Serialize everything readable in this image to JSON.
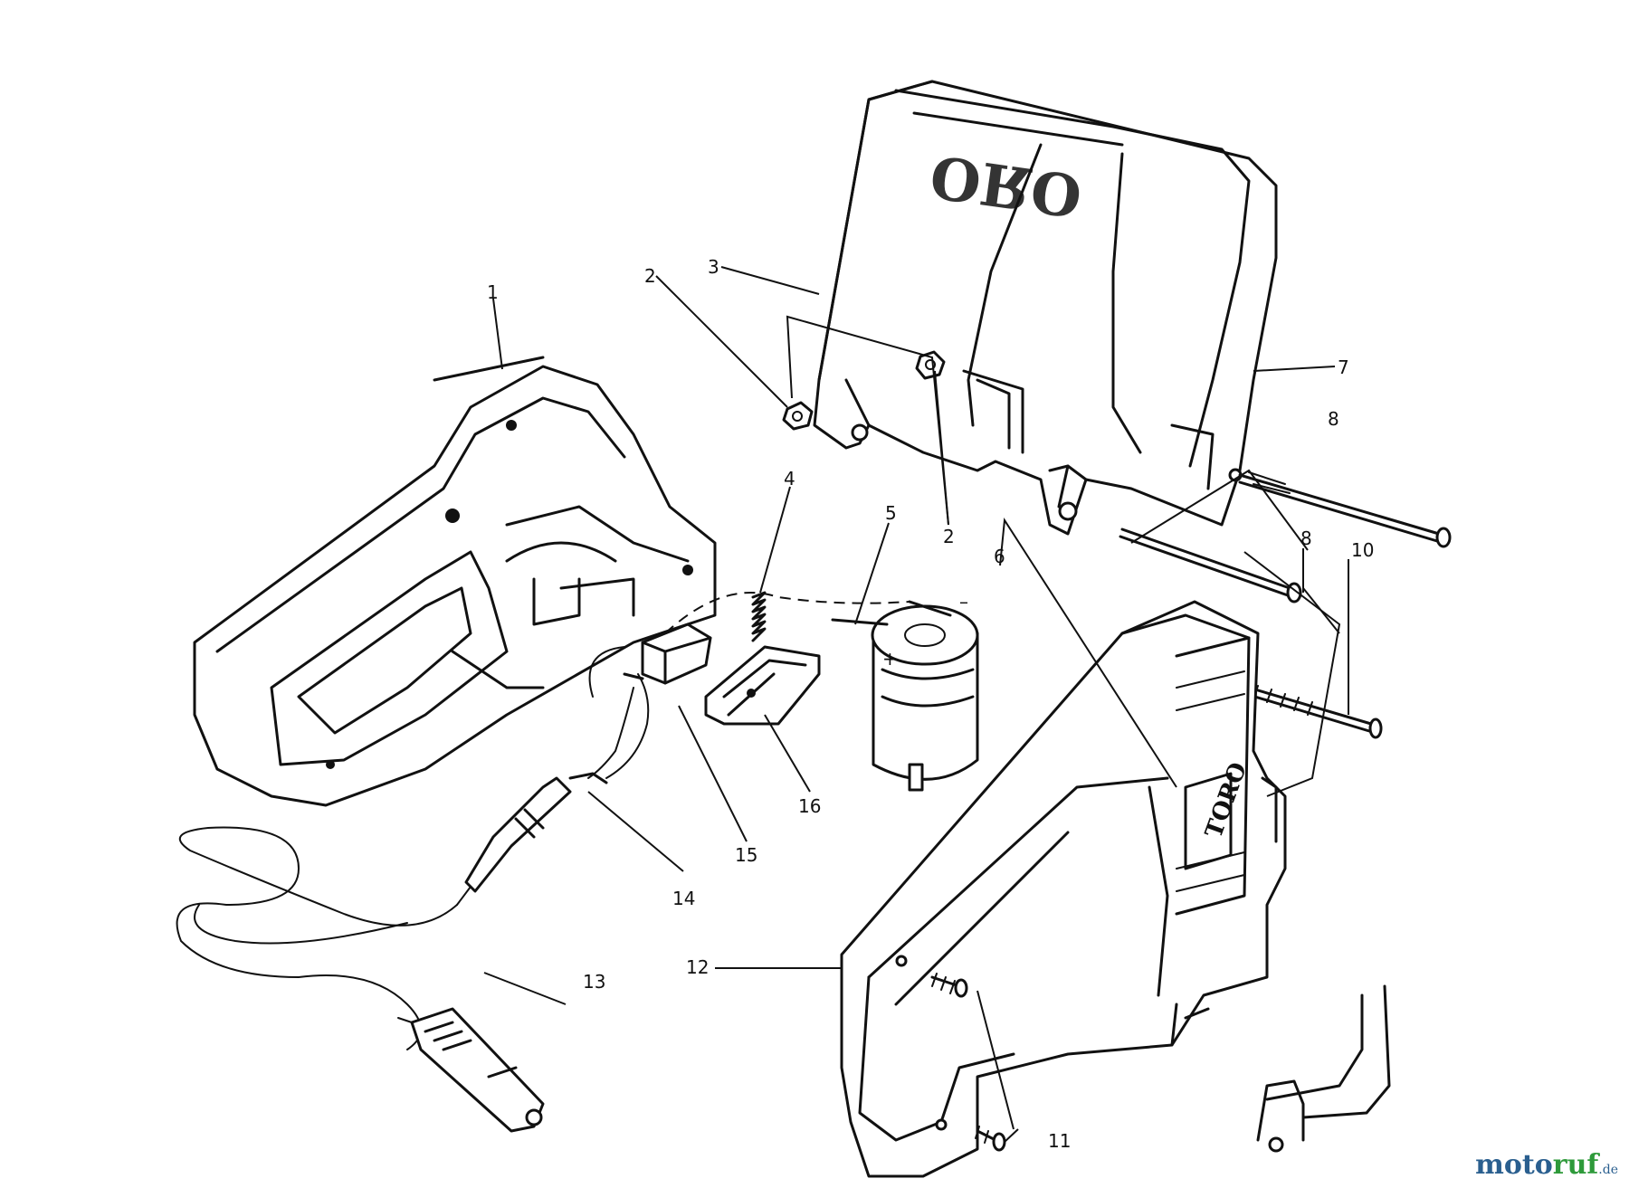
{
  "labels": {
    "p1": "1",
    "p2a": "2",
    "p2b": "2",
    "p3": "3",
    "p4": "4",
    "p5": "5",
    "p6": "6",
    "p7": "7",
    "p8a": "8",
    "p8b": "8",
    "p10": "10",
    "p11": "11",
    "p12": "12",
    "p13": "13",
    "p14": "14",
    "p15": "15",
    "p16": "16"
  },
  "brand_text": "TORO",
  "watermark": {
    "part1": "moto",
    "part2": "ruf",
    "suffix": ".de"
  },
  "colors": {
    "watermark_blue": "#2a5f8f",
    "watermark_green": "#2e9a3a",
    "line": "#111111"
  }
}
